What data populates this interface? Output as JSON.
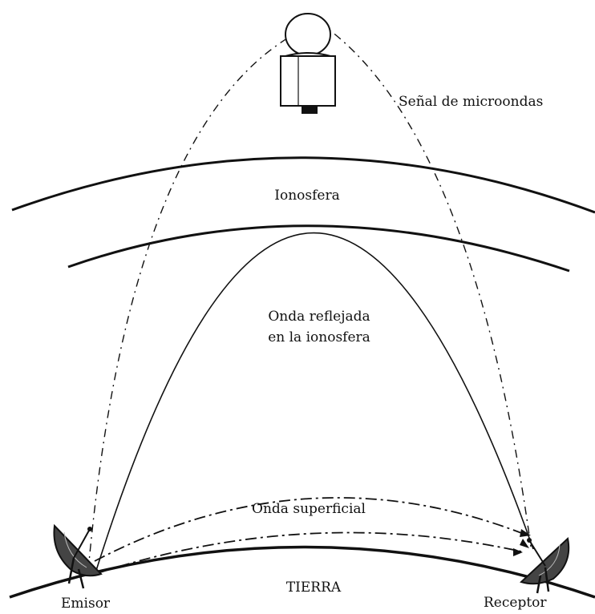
{
  "labels": {
    "microwave": "Señal de microondas",
    "ionosphere": "Ionosfera",
    "reflected_line1": "Onda reflejada",
    "reflected_line2": "en la ionosfera",
    "surface": "Onda superficial",
    "earth": "TIERRA",
    "emitter": "Emisor",
    "receiver": "Receptor"
  },
  "colors": {
    "ink": "#111111",
    "background": "#ffffff"
  },
  "icons": {
    "satellite": "satellite-icon",
    "emitter_dish": "dish-antenna-icon",
    "receiver_dish": "dish-antenna-icon"
  }
}
